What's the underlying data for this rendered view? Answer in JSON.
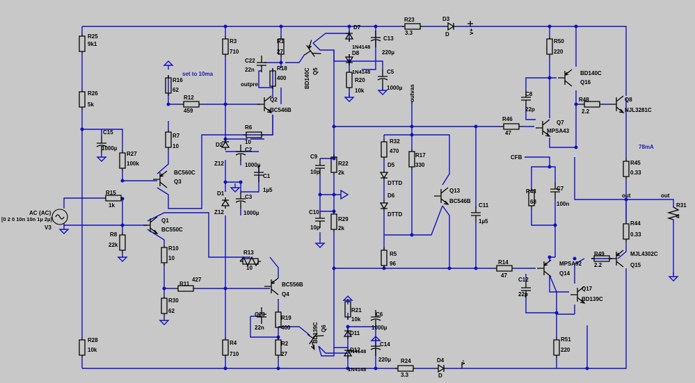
{
  "components": [
    {
      "ref": "R25",
      "value": "9k1"
    },
    {
      "ref": "R26",
      "value": "5k"
    },
    {
      "ref": "R28",
      "value": "10k"
    },
    {
      "ref": "C15",
      "value": "1000µ"
    },
    {
      "ref": "R27",
      "value": "100k"
    },
    {
      "ref": "R15",
      "value": "1k"
    },
    {
      "ref": "R8",
      "value": "22k"
    },
    {
      "ref": "Q1",
      "value": "BC550C"
    },
    {
      "ref": "R10",
      "value": "10"
    },
    {
      "ref": "Q3",
      "value": "BC560C"
    },
    {
      "ref": "R7",
      "value": "10"
    },
    {
      "ref": "R16",
      "value": "62"
    },
    {
      "ref": "R12",
      "value": "459"
    },
    {
      "ref": "R3",
      "value": "710"
    },
    {
      "ref": "R4",
      "value": "710"
    },
    {
      "ref": "R1",
      "value": "27"
    },
    {
      "ref": "R2",
      "value": "27"
    },
    {
      "ref": "R18",
      "value": "400"
    },
    {
      "ref": "R19",
      "value": "400"
    },
    {
      "ref": "C22",
      "value": "22n"
    },
    {
      "ref": "C23",
      "value": "22n"
    },
    {
      "ref": "Q2",
      "value": "BC546B"
    },
    {
      "ref": "Q4",
      "value": "BC556B"
    },
    {
      "ref": "R6",
      "value": "10"
    },
    {
      "ref": "R13",
      "value": "10"
    },
    {
      "ref": "R11",
      "value": "427"
    },
    {
      "ref": "R30",
      "value": "62"
    },
    {
      "ref": "D2",
      "value": "Z12"
    },
    {
      "ref": "D1",
      "value": "Z12"
    },
    {
      "ref": "C2",
      "value": "1000µ"
    },
    {
      "ref": "C3",
      "value": "1000µ"
    },
    {
      "ref": "C1",
      "value": "1µ5"
    },
    {
      "ref": "Q5",
      "value": "BD140C"
    },
    {
      "ref": "Q6",
      "value": "BD139C"
    },
    {
      "ref": "D7",
      "value": "1N4148"
    },
    {
      "ref": "D8",
      "value": "1N4148"
    },
    {
      "ref": "D11",
      "value": "1N4148"
    },
    {
      "ref": "D12",
      "value": "1N4148"
    },
    {
      "ref": "C13",
      "value": "220µ"
    },
    {
      "ref": "C14",
      "value": "220µ"
    },
    {
      "ref": "C5",
      "value": "1000µ"
    },
    {
      "ref": "C6",
      "value": "1000µ"
    },
    {
      "ref": "R20",
      "value": "10k"
    },
    {
      "ref": "R21",
      "value": "10k"
    },
    {
      "ref": "R23",
      "value": "3.3"
    },
    {
      "ref": "R24",
      "value": "3.3"
    },
    {
      "ref": "D3",
      "value": "D"
    },
    {
      "ref": "D4",
      "value": "D"
    },
    {
      "ref": "C9",
      "value": "10p"
    },
    {
      "ref": "C10",
      "value": "10p"
    },
    {
      "ref": "R22",
      "value": "2k"
    },
    {
      "ref": "R29",
      "value": "2k"
    },
    {
      "ref": "R32",
      "value": "470"
    },
    {
      "ref": "R17",
      "value": "330"
    },
    {
      "ref": "D5",
      "value": "DTTD"
    },
    {
      "ref": "D6",
      "value": "DTTD"
    },
    {
      "ref": "R5",
      "value": "96"
    },
    {
      "ref": "Q13",
      "value": "BC546B"
    },
    {
      "ref": "C11",
      "value": "1µ5"
    },
    {
      "ref": "R46",
      "value": "47"
    },
    {
      "ref": "R14",
      "value": "47"
    },
    {
      "ref": "C8",
      "value": "22p"
    },
    {
      "ref": "C12",
      "value": "22p"
    },
    {
      "ref": "Q7",
      "value": "MPSA43"
    },
    {
      "ref": "Q14",
      "value": "MPSA92"
    },
    {
      "ref": "R50",
      "value": "220"
    },
    {
      "ref": "R51",
      "value": "220"
    },
    {
      "ref": "Q16",
      "value": "BD140C"
    },
    {
      "ref": "Q17",
      "value": "BD139C"
    },
    {
      "ref": "R48",
      "value": "2.2"
    },
    {
      "ref": "R49",
      "value": "2.2"
    },
    {
      "ref": "Q8",
      "value": "NJL3281C"
    },
    {
      "ref": "Q15",
      "value": "MJL4302C"
    },
    {
      "ref": "R45",
      "value": "0.33"
    },
    {
      "ref": "R44",
      "value": "0.33"
    },
    {
      "ref": "R43",
      "value": "68"
    },
    {
      "ref": "C7",
      "value": "100n"
    },
    {
      "ref": "R31",
      "value": "4"
    },
    {
      "ref": "V3",
      "value": "AC {AC}"
    }
  ],
  "source_params": "[0 2 0 10n 10n 1µ 2µ]",
  "nets": {
    "vplus": "v+",
    "vminus": "v-",
    "outvas": "outvas",
    "outpre": "outpre",
    "cfb": "CFB",
    "out": "out",
    "out_load": "out"
  },
  "annotations": {
    "bias_note": "set to 10ma",
    "current_note": "78mA"
  },
  "colors": {
    "background": "#c8c8c8",
    "wire": "#1010c0",
    "component": "#000000",
    "annotation": "#1a1ab0"
  }
}
